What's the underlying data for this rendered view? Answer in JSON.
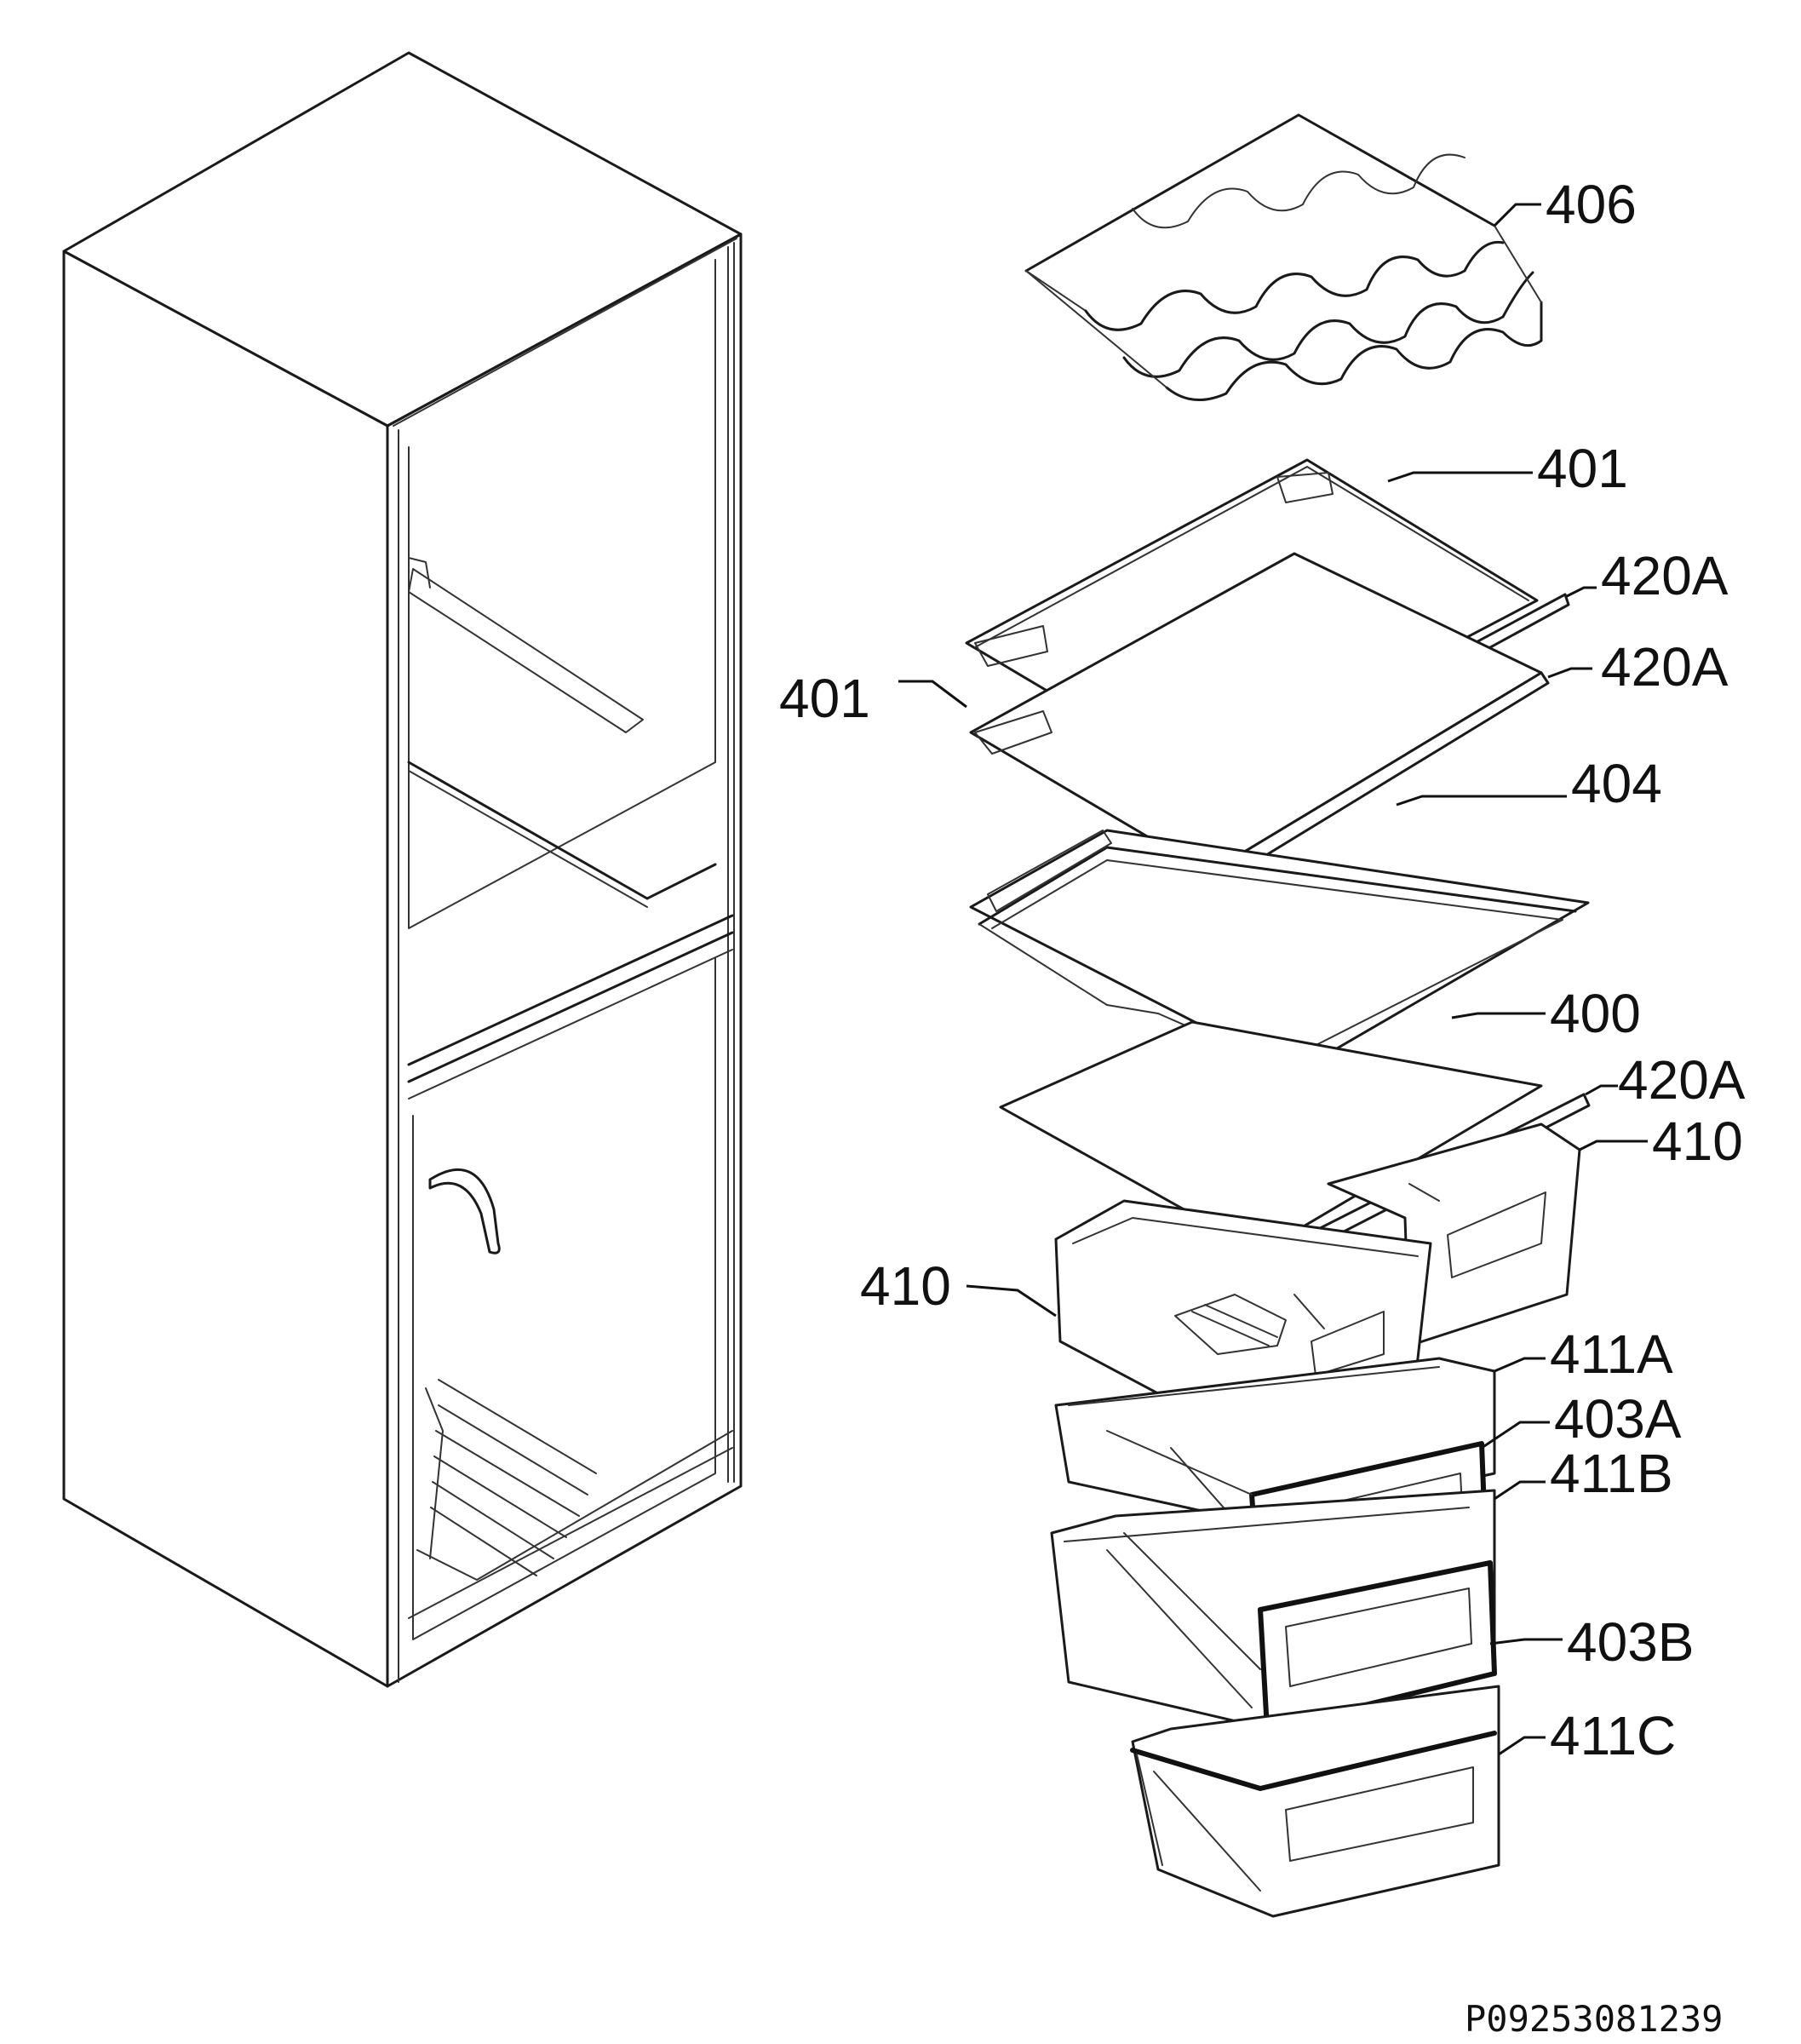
{
  "diagram": {
    "document_id": "P09253081239",
    "parts": [
      {
        "id": "p406",
        "label": "406"
      },
      {
        "id": "p401a",
        "label": "401"
      },
      {
        "id": "p420a1",
        "label": "420A"
      },
      {
        "id": "p420a2",
        "label": "420A"
      },
      {
        "id": "p401b",
        "label": "401"
      },
      {
        "id": "p404",
        "label": "404"
      },
      {
        "id": "p400",
        "label": "400"
      },
      {
        "id": "p420a3",
        "label": "420A"
      },
      {
        "id": "p410a",
        "label": "410"
      },
      {
        "id": "p410b",
        "label": "410"
      },
      {
        "id": "p411A",
        "label": "411A"
      },
      {
        "id": "p403A",
        "label": "403A"
      },
      {
        "id": "p411B",
        "label": "411B"
      },
      {
        "id": "p403B",
        "label": "403B"
      },
      {
        "id": "p411C",
        "label": "411C"
      }
    ]
  }
}
